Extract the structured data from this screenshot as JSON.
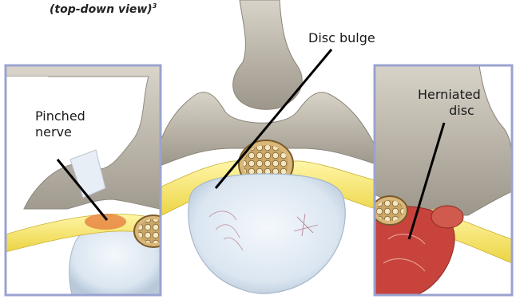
{
  "caption": {
    "text": "(top-down view)",
    "footnote": "3"
  },
  "labels": {
    "pinched_line1": "Pinched",
    "pinched_line2": "nerve",
    "bulge": "Disc bulge",
    "herniated_line1": "Herniated",
    "herniated_line2": "disc"
  },
  "colors": {
    "panel_border": "#9aa3d0",
    "bone": "#b8b2a6",
    "nerve": "#f2e05a",
    "disc": "#e6eef7",
    "spinal_cord": "#d8c08e",
    "herniation": "#c7433c"
  }
}
